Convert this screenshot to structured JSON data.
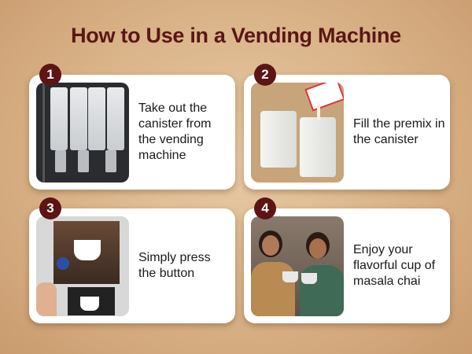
{
  "title": "How to Use in a Vending Machine",
  "steps": [
    {
      "number": "1",
      "text": "Take out the canister from the vending machine"
    },
    {
      "number": "2",
      "text": "Fill the premix in the canister"
    },
    {
      "number": "3",
      "text": "Simply press the button"
    },
    {
      "number": "4",
      "text": "Enjoy your flavorful cup of masala chai"
    }
  ],
  "colors": {
    "accent": "#5c1414",
    "background": "#d9b287"
  }
}
